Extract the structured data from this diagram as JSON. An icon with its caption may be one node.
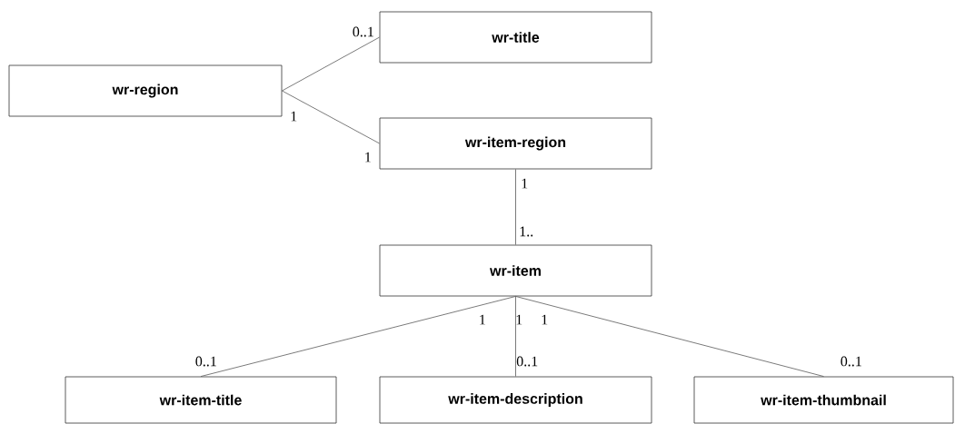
{
  "diagram": {
    "nodes": [
      {
        "text": [
          "wr-region"
        ]
      },
      {
        "text": [
          "wr-title"
        ]
      },
      {
        "text": [
          "wr-item-region"
        ]
      },
      {
        "text": [
          "wr-item"
        ]
      },
      {
        "text": [
          "wr-item-title"
        ]
      },
      {
        "text": [
          "wr-item-description"
        ]
      },
      {
        "text": [
          "wr-item-thumbnail"
        ]
      }
    ],
    "edges": [
      {
        "from": 0,
        "to": 1,
        "arrow": "none"
      },
      {
        "from": 0,
        "to": 2,
        "arrow": "none"
      },
      {
        "from": 2,
        "to": 3,
        "arrow": "none"
      },
      {
        "from": 3,
        "to": 4,
        "arrow": "none"
      },
      {
        "from": 3,
        "to": 5,
        "arrow": "none"
      },
      {
        "from": 3,
        "to": 6,
        "arrow": "none"
      }
    ],
    "labels": [
      "0..1",
      "1",
      "1",
      "1",
      "1..",
      "1",
      "1",
      "1",
      "0..1",
      "0..1",
      "0..1"
    ]
  }
}
